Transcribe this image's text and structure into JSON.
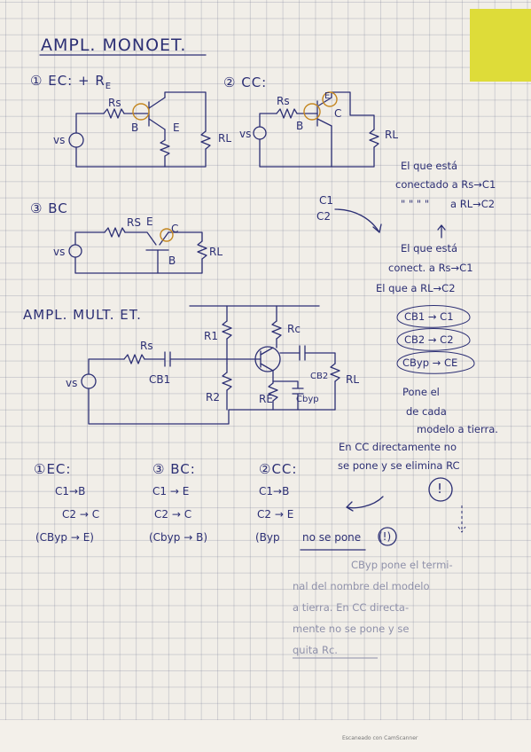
{
  "heading_mono": "AMPL. MONOET.",
  "ec": {
    "title": "① EC: + R",
    "title_sub": "E",
    "rs": "Rs",
    "b": "B",
    "e": "E",
    "rl": "RL",
    "src": "vs"
  },
  "cc": {
    "title": "② CC:",
    "rs": "Rs",
    "b": "B",
    "c": "C",
    "e": "E",
    "rl": "RL",
    "src": "vs"
  },
  "bc": {
    "title": "③ BC",
    "rs": "RS",
    "e": "E",
    "c": "C",
    "b": "B",
    "rl": "RL",
    "src": "vs"
  },
  "note_top": {
    "c1": "C1",
    "c2": "C2",
    "line1": "El que está",
    "line2": "conectado a Rs→C1",
    "line3": "\" \" \" \"",
    "line4": "a RL→C2"
  },
  "note_mid": {
    "line1": "El que está",
    "line2": "conect. a Rs→C1",
    "line3": "El que a RL→C2"
  },
  "caps": [
    "CB1 → C1",
    "CB2 → C2",
    "CByp → CE"
  ],
  "note_pone": {
    "line1": "Pone el",
    "line2": "de cada",
    "line3": "modelo a tierra."
  },
  "note_cc": {
    "line1": "En CC directamente no",
    "line2": "se pone y se elimina RC"
  },
  "heading_multi": "AMPL. MULT. ET.",
  "multi": {
    "rs": "Rs",
    "r1": "R1",
    "r2": "R2",
    "rc": "Rc",
    "re": "RE",
    "cb1": "CB1",
    "cb2": "CB2",
    "cbyp": "Cbyp",
    "rl": "RL",
    "src": "vs"
  },
  "list_ec": {
    "title": "①EC:",
    "l1": "C1→B",
    "l2": "C2 → C",
    "l3": "(CByp → E)"
  },
  "list_bc": {
    "title": "③ BC:",
    "l1": "C1 → E",
    "l2": "C2 → C",
    "l3": "(Cbyp → B)"
  },
  "list_cc": {
    "title": "②CC:",
    "l1": "C1→B",
    "l2": "C2 → E",
    "l3": "(Byp",
    "l3b": "no se pone",
    "l3c": "(!)"
  },
  "bang": "!",
  "faint_note": {
    "l1": "CByp pone el termi-",
    "l2": "nal del nombre del modelo",
    "l3": "a tierra. En CC directa-",
    "l4": "mente no se pone y se",
    "l5": "quita Rc."
  },
  "footer": "Escaneado con CamScanner"
}
